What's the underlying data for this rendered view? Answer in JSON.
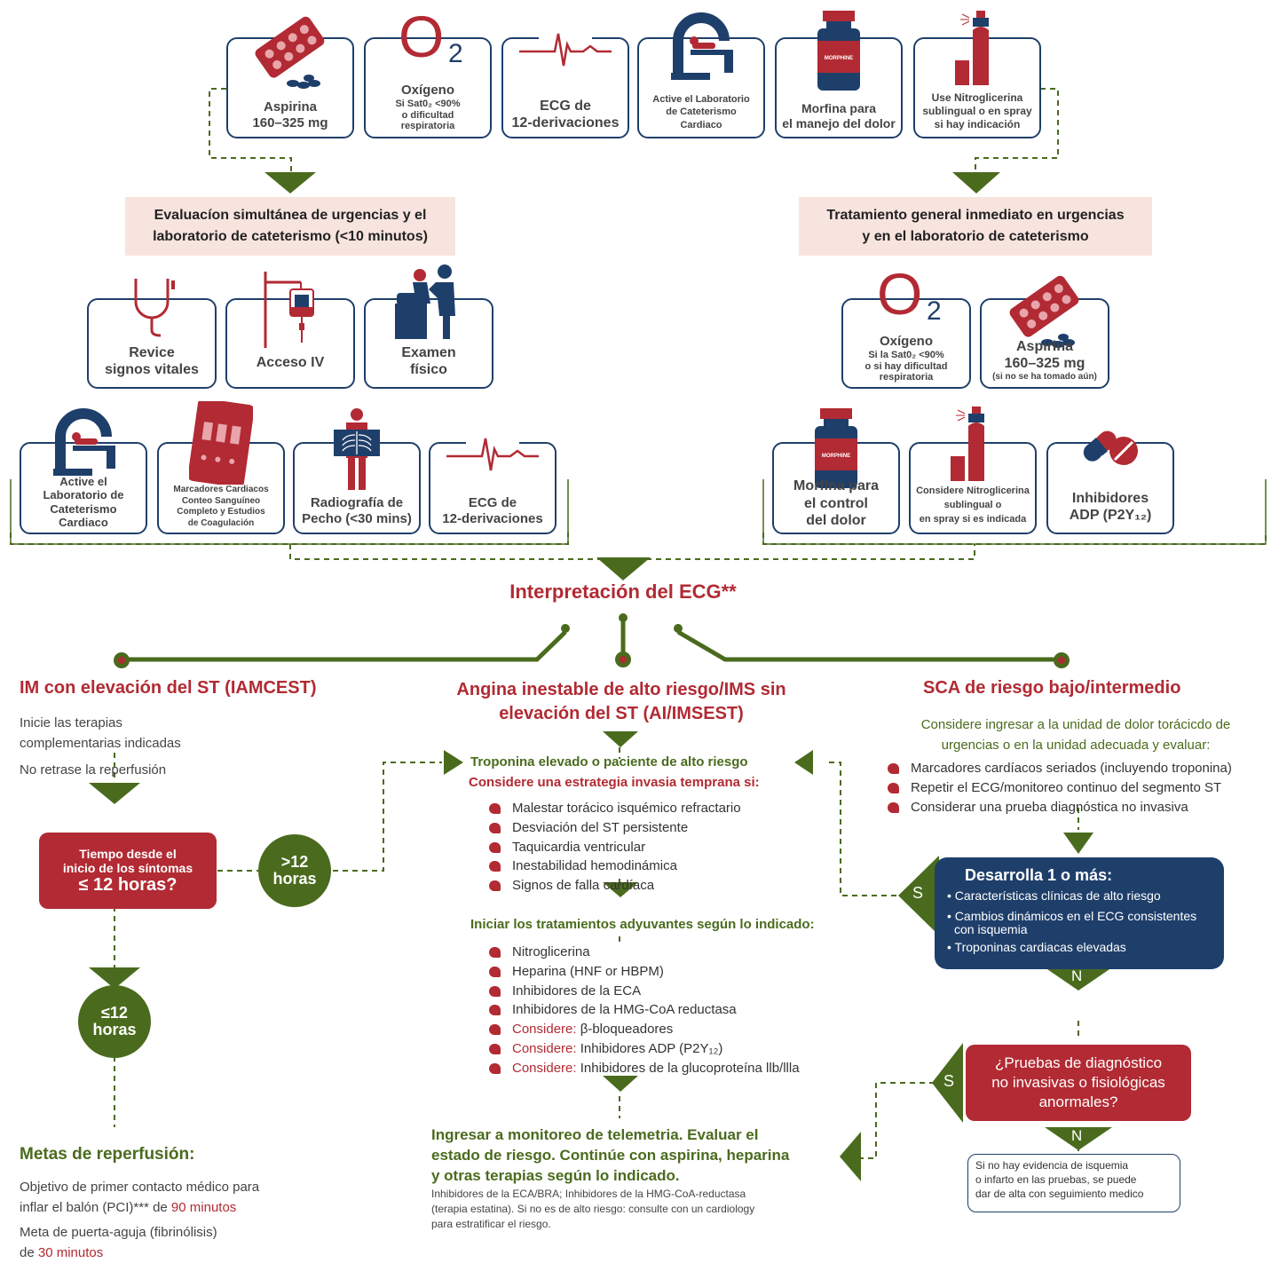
{
  "top_cards": [
    {
      "icon": "aspirin-tablets-icon",
      "label_lines": [
        "Aspirina",
        "160–325 mg"
      ]
    },
    {
      "icon": "oxygen-icon",
      "title": "Oxígeno",
      "sub_lines": [
        "Si Sat0₂ <90%",
        "o dificultad",
        "respiratoria"
      ]
    },
    {
      "icon": "ecg-wave-icon",
      "label_lines": [
        "ECG de",
        "12-derivaciones"
      ]
    },
    {
      "icon": "cath-lab-icon",
      "label_lines": [
        "Active el Laboratorio",
        "de Cateterismo",
        "Cardiaco"
      ]
    },
    {
      "icon": "morphine-vial-icon",
      "label_lines": [
        "Morfina para",
        "el manejo del dolor"
      ]
    },
    {
      "icon": "nitroglycerin-spray-icon",
      "label_lines": [
        "Use Nitroglicerina",
        "sublingual o en spray",
        "si hay indicación"
      ]
    }
  ],
  "eval_box": {
    "line1": "Evaluacíon simultánea de urgencias y el",
    "line2": "laboratorio de cateterismo (<10 minutos)"
  },
  "treat_box": {
    "line1": "Tratamiento general inmediato en urgencias",
    "line2": "y en el laboratorio de cateterismo"
  },
  "left_row1": [
    {
      "icon": "stethoscope-icon",
      "label_lines": [
        "Revice",
        "signos vitales"
      ]
    },
    {
      "icon": "iv-bag-icon",
      "label_lines": [
        "Acceso IV"
      ]
    },
    {
      "icon": "physical-exam-icon",
      "label_lines": [
        "Examen",
        "físico"
      ]
    }
  ],
  "left_row2": [
    {
      "icon": "cath-lab-icon",
      "label_lines": [
        "Active el",
        "Laboratorio de",
        "Cateterismo",
        "Cardiaco"
      ]
    },
    {
      "icon": "lab-tray-icon",
      "label_lines": [
        "Marcadores Cardiacos",
        "Conteo Sanguíneo",
        "Completo y Estudios",
        "de Coagulación"
      ]
    },
    {
      "icon": "xray-icon",
      "label_lines": [
        "Radiografía de",
        "Pecho (<30 mins)"
      ]
    },
    {
      "icon": "ecg-wave-icon",
      "label_lines": [
        "ECG de",
        "12-derivaciones"
      ]
    }
  ],
  "right_row1": [
    {
      "icon": "oxygen-icon",
      "title": "Oxígeno",
      "sub_lines": [
        "Si la Sat0₂ <90%",
        "o si hay dificultad",
        "respiratoria"
      ]
    },
    {
      "icon": "aspirin-tablets-icon",
      "label_lines": [
        "Aspirina",
        "160–325 mg"
      ],
      "note": "(si no se ha tomado aún)"
    }
  ],
  "right_row2": [
    {
      "icon": "morphine-vial-icon",
      "label_lines": [
        "Morfina para",
        "el control",
        "del dolor"
      ]
    },
    {
      "icon": "nitroglycerin-spray-icon",
      "label_lines": [
        "Considere Nitroglicerina",
        "sublingual o",
        "en spray si es indicada"
      ]
    },
    {
      "icon": "capsule-pill-icon",
      "label_lines": [
        "Inhibidores",
        "ADP (P2Y₁₂)"
      ]
    }
  ],
  "morphine_label": "MORPHINE",
  "o2_letter": "O",
  "o2_sub": "2",
  "ecg_title": "Interpretación del ECG**",
  "stemi": {
    "title": "IM con elevación del ST (IAMCEST)",
    "line1": "Inicie las terapias",
    "line2": "complementarias indicadas",
    "line3": "No retrase la reperfusión",
    "time_box": {
      "line1": "Tiempo desde el",
      "line2": "inicio de los síntomas",
      "line3": "≤ 12 horas?"
    },
    "gt12": {
      "l1": ">12",
      "l2": "horas"
    },
    "le12": {
      "l1": "≤12",
      "l2": "horas"
    },
    "goals_title": "Metas de reperfusión:",
    "goal1_a": "Objetivo de primer contacto médico para",
    "goal1_b": "inflar el balón (PCI)*** de ",
    "goal1_red": "90 minutos",
    "goal2_a": "Meta de puerta-aguja (fibrinólisis)",
    "goal2_b": "de ",
    "goal2_red": "30 minutos"
  },
  "nstemi": {
    "title_line1": "Angina inestable de alto riesgo/IMS sin",
    "title_line2": "elevación del ST (AI/IMSEST)",
    "trop": "Troponina elevado o paciente de alto riesgo",
    "strategy": "Considere una estrategia invasia temprana si:",
    "criteria": [
      "Malestar torácico isquémico refractario",
      "Desviación del ST persistente",
      "Taquicardia ventricular",
      "Inestabilidad hemodinámica",
      "Signos de falla cardíaca"
    ],
    "adj_title": "Iniciar los tratamientos adyuvantes según lo indicado:",
    "treatments": [
      "Nitroglicerina",
      "Heparina (HNF or HBPM)",
      "Inhibidores de la ECA",
      "Inhibidores de la HMG-CoA reductasa"
    ],
    "considere": "Considere:",
    "consider_items": [
      "β-bloqueadores",
      "Inhibidores ADP (P2Y₁₂)",
      "Inhibidores de la glucoproteína llb/llla"
    ],
    "admit_lines": [
      "Ingresar a monitoreo de telemetria. Evaluar el",
      "estado de riesgo. Continúe con aspirina, heparina",
      "y otras terapias según lo indicado."
    ],
    "footer_lines": [
      "Inhibidores de la ECA/BRA; Inhibidores de la HMG-CoA-reductasa",
      "(terapia estatina). Si no es de alto riesgo: consulte con un cardiology",
      "para estratificar el riesgo."
    ]
  },
  "low": {
    "title": "SCA de riesgo bajo/intermedio",
    "intro_line1": "Considere ingresar a la unidad de dolor torácicdo de",
    "intro_line2": "urgencias o en la unidad adecuada y evaluar:",
    "items": [
      "Marcadores cardíacos seriados (incluyendo troponina)",
      "Repetir el ECG/monitoreo continuo del segmento ST",
      "Considerar una prueba diagnóstica no invasiva"
    ],
    "develops_title": "Desarrolla 1 o más:",
    "develops_items": [
      "Características clínicas de alto riesgo",
      "Cambios dinámicos en el ECG consistentes con isquemia",
      "Troponinas cardiacas elevadas"
    ],
    "s_label": "S",
    "n_label": "N",
    "tests_lines": [
      "¿Pruebas de diagnóstico",
      "no invasivas o fisiológicas",
      "anormales?"
    ],
    "discharge_lines": [
      "Si no hay evidencia de isquemia",
      "o infarto en las pruebas, se puede",
      "dar de alta con seguimiento medico"
    ]
  },
  "colors": {
    "red": "#b22a33",
    "navy": "#1f3f6b",
    "green": "#4a6b1d",
    "pink": "#f8e4df"
  }
}
